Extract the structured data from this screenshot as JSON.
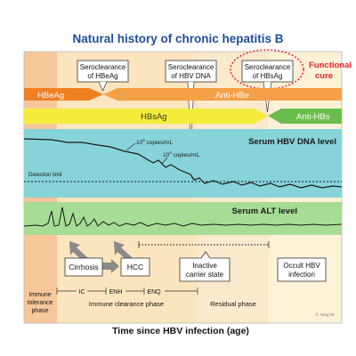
{
  "title": "Natural history of chronic hepatitis B",
  "callouts": {
    "hbeag": [
      "Seroclearance",
      "of HBeAg"
    ],
    "hbvdna": [
      "Seroclearance",
      "of HBV DNA"
    ],
    "hbsag": [
      "Seroclearance",
      "of HBsAg"
    ],
    "functional_cure": [
      "Functional",
      "cure"
    ]
  },
  "bars": {
    "hbeag": "HBeAg",
    "anti_hbe": "Anti-HBe",
    "hbsag": "HBsAg",
    "anti_hbs": "Anti-HBs"
  },
  "panels": {
    "dna_title": "Serum HBV DNA level",
    "dna_mark_1e5": "10",
    "dna_mark_1e5_exp": "5",
    "dna_mark_1e5_unit": " copies/mL",
    "dna_mark_1e4": "10",
    "dna_mark_1e4_exp": "4",
    "dna_mark_1e4_unit": " copies/mL",
    "detection_limit": "Detection limit",
    "alt_title": "Serum ALT level"
  },
  "outcomes": {
    "cirrhosis": "Cirrhosis",
    "hcc": "HCC",
    "inactive": [
      "Inactive",
      "carrier state"
    ],
    "occult": [
      "Occult HBV",
      "infection"
    ]
  },
  "phases": {
    "immune_tolerance": [
      "Immune",
      "tolerance",
      "phase"
    ],
    "ic": "IC",
    "enh": "ENH",
    "enq": "ENQ",
    "immune_clearance": "Immune clearance phase",
    "residual": "Residual phase"
  },
  "signature": "© Yang HI",
  "x_axis_label": "Time since HBV infection (age)",
  "colors": {
    "title_blue": "#1f4e9c",
    "hbeag_orange": "#f07f22",
    "hbsag_yellow": "#f3ec3a",
    "anti_hbs_green": "#6bbd4b",
    "dna_panel": "#86d3da",
    "alt_panel": "#a7dc95",
    "cure_red": "#e8232b"
  }
}
